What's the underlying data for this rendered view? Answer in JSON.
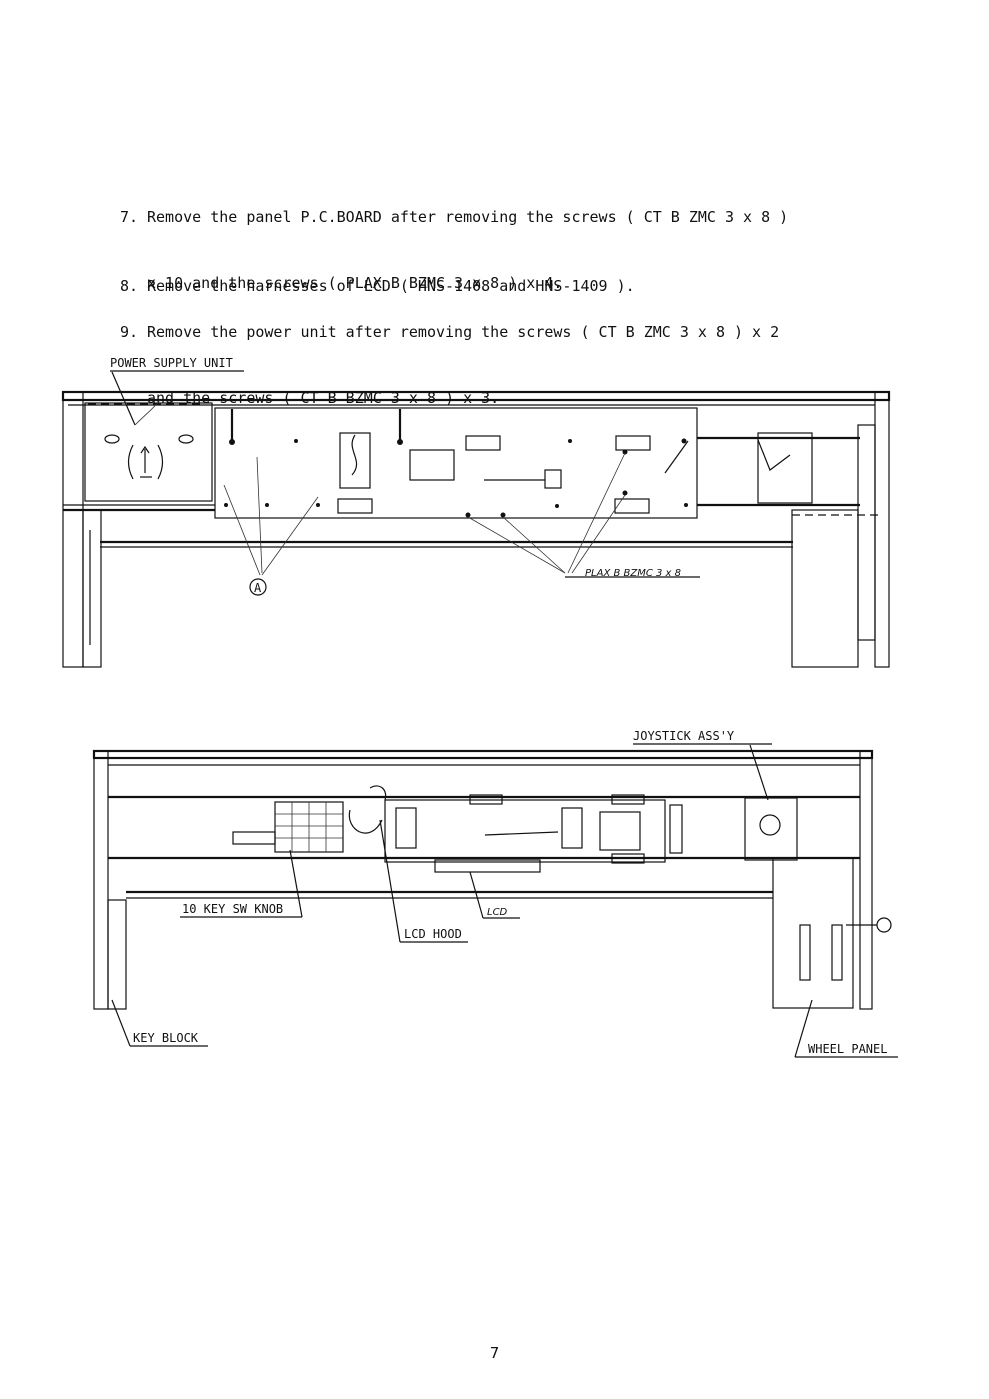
{
  "steps": [
    {
      "num": "7.",
      "line1": "Remove the panel P.C.BOARD after removing the screws ( CT B ZMC 3 x 8 )",
      "line2": "x 10 and the screws ( PLAX B BZMC 3 x 8 ) x 4."
    },
    {
      "num": "8.",
      "line1": "Remove the harnesses of LCD ( HNS-1408 and HNS-1409 )."
    },
    {
      "num": "9.",
      "line1": "Remove the power unit after removing the screws ( CT B ZMC 3 x 8 ) x 2",
      "line2": "and the screws ( CT B BZMC 3 x 8 ) x 3."
    }
  ],
  "figure1": {
    "power_supply_label": "POWER SUPPLY UNIT",
    "marker_a": "A",
    "screw_label": "PLAX B BZMC 3 x 8"
  },
  "figure2": {
    "joystick_label": "JOYSTICK ASS'Y",
    "key_sw_knob_label": "10 KEY SW KNOB",
    "lcd_label": "LCD",
    "lcd_hood_label": "LCD HOOD",
    "key_block_label": "KEY BLOCK",
    "wheel_panel_label": "WHEEL PANEL"
  },
  "page_number": "7"
}
